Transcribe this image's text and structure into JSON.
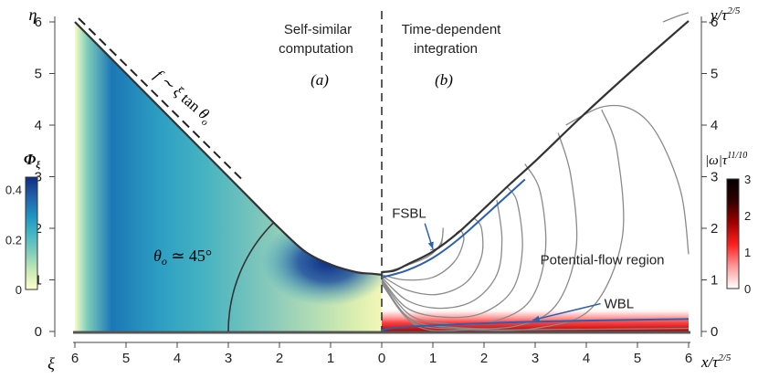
{
  "chart_data": [
    {
      "type": "heatmap",
      "panel": "(a)",
      "title": "Self-similar computation",
      "x_axis": {
        "label": "ξ",
        "ticks": [
          6,
          5,
          4,
          3,
          2,
          1,
          0
        ],
        "range": [
          6,
          0
        ],
        "reversed": true
      },
      "y_axis": {
        "label": "η",
        "ticks": [
          0,
          1,
          2,
          3,
          4,
          5,
          6
        ],
        "range": [
          0,
          6
        ]
      },
      "colorbar": {
        "label": "Φξ",
        "ticks": [
          "0",
          "0.2",
          "0.4"
        ],
        "range": [
          0,
          0.45
        ],
        "colormap": [
          "#ffffcc",
          "#c7e9b4",
          "#7fcdbb",
          "#41b6c4",
          "#1d91c0",
          "#225ea8",
          "#0c2c84"
        ]
      },
      "boundary_asymptote": {
        "label_parts": [
          "f",
          "∼",
          "ξ",
          "tan",
          "θ",
          "o"
        ],
        "line_style": "dashed"
      },
      "boundary": {
        "xi": [
          6,
          5,
          4,
          3,
          2.5,
          2,
          1.5,
          1,
          0.5,
          0.2,
          0
        ],
        "eta": [
          6,
          5,
          4,
          3,
          2.5,
          2,
          1.55,
          1.3,
          1.15,
          1.12,
          1.1
        ]
      },
      "annotation": {
        "parts": [
          "θ",
          "o",
          "≃ 45°"
        ],
        "arc_center_xi": 0,
        "arc_radius_xi": 3
      }
    },
    {
      "type": "line",
      "panel": "(b)",
      "title": "Time-dependent integration",
      "x_axis": {
        "label": "x/τ^{2/5}",
        "label_parts": [
          "x/τ",
          "2/5"
        ],
        "ticks": [
          0,
          1,
          2,
          3,
          4,
          5,
          6
        ],
        "range": [
          0,
          6
        ]
      },
      "y_axis": {
        "label": "y/τ^{2/5}",
        "label_parts": [
          "y/τ",
          "2/5"
        ],
        "ticks": [
          0,
          1,
          2,
          3,
          4,
          5,
          6
        ],
        "range": [
          0,
          6
        ],
        "side": "right"
      },
      "colorbar": {
        "label": "|ω|τ^{11/10}",
        "label_parts": [
          "|ω|τ",
          "11/10"
        ],
        "ticks": [
          "0",
          "1",
          "2",
          "3"
        ],
        "range": [
          0,
          3
        ],
        "colormap": [
          "#ffffff",
          "#ff9a9a",
          "#ff2020",
          "#a00000",
          "#300000",
          "#000000"
        ]
      },
      "free_surface": {
        "x": [
          0,
          0.25,
          0.5,
          1,
          1.5,
          2,
          2.5,
          3,
          4,
          5,
          6
        ],
        "y": [
          1.15,
          1.18,
          1.3,
          1.55,
          1.92,
          2.38,
          2.85,
          3.3,
          4.25,
          5.15,
          6.02
        ]
      },
      "annotations": [
        {
          "text": "FSBL",
          "x": 0.2,
          "y": 2.2,
          "arrow_to": [
            1.0,
            1.6
          ]
        },
        {
          "text": "Potential-flow region",
          "x": 3.1,
          "y": 1.3
        },
        {
          "text": "WBL",
          "x": 4.35,
          "y": 0.45,
          "arrow_to": [
            2.95,
            0.22
          ]
        }
      ],
      "streamlines": [
        {
          "x": [
            0,
            0.4,
            0.9,
            1.15,
            1.2,
            1.15,
            0.95
          ],
          "y": [
            1.13,
            1.25,
            1.45,
            1.7,
            2.0,
            1.65,
            1.58
          ]
        },
        {
          "x": [
            0,
            0.45,
            1.0,
            1.42,
            1.6,
            1.55,
            1.45
          ],
          "y": [
            1.1,
            1.0,
            1.05,
            1.35,
            1.75,
            1.95,
            1.9
          ]
        },
        {
          "x": [
            0,
            0.5,
            1.1,
            1.65,
            1.95,
            1.95,
            1.8
          ],
          "y": [
            1.08,
            0.8,
            0.72,
            0.95,
            1.45,
            2.0,
            2.2
          ]
        },
        {
          "x": [
            0,
            0.5,
            1.15,
            1.8,
            2.25,
            2.35,
            2.25
          ],
          "y": [
            1.05,
            0.6,
            0.45,
            0.6,
            1.1,
            1.8,
            2.55
          ]
        },
        {
          "x": [
            0,
            0.5,
            1.2,
            1.95,
            2.55,
            2.75,
            2.65,
            2.45
          ],
          "y": [
            1.02,
            0.45,
            0.28,
            0.35,
            0.8,
            1.6,
            2.5,
            2.8
          ]
        },
        {
          "x": [
            0,
            0.55,
            1.3,
            2.2,
            2.9,
            3.2,
            3.1,
            2.8
          ],
          "y": [
            1.0,
            0.32,
            0.15,
            0.2,
            0.6,
            1.55,
            2.7,
            3.25
          ]
        },
        {
          "x": [
            0,
            0.55,
            1.4,
            2.6,
            3.4,
            3.8,
            3.7,
            3.45
          ],
          "y": [
            0.98,
            0.25,
            0.08,
            0.1,
            0.5,
            1.6,
            3.0,
            3.85
          ]
        },
        {
          "x": [
            0,
            0.6,
            1.6,
            3.0,
            4.1,
            4.7,
            4.6,
            4.3
          ],
          "y": [
            0.95,
            0.18,
            0.05,
            0.06,
            0.45,
            1.8,
            3.5,
            4.3
          ]
        },
        {
          "x": [
            3.6,
            4.3,
            4.9,
            5.4,
            5.85,
            6.0
          ],
          "y": [
            4.0,
            4.35,
            4.3,
            3.8,
            2.7,
            1.5
          ]
        },
        {
          "x": [
            5.5,
            5.75,
            5.9,
            6.0
          ],
          "y": [
            6.0,
            6.1,
            6.15,
            6.18
          ]
        },
        {
          "x": [
            0,
            0.7,
            1.8,
            3.5,
            5.0,
            6.0
          ],
          "y": [
            0.92,
            0.1,
            0.03,
            0.04,
            0.05,
            0.06
          ]
        }
      ],
      "fsbl_line": {
        "x": [
          0,
          0.5,
          1,
          1.5,
          2,
          2.5,
          2.8
        ],
        "y": [
          1.1,
          1.24,
          1.48,
          1.84,
          2.28,
          2.73,
          3.0
        ]
      },
      "wbl_line": {
        "x": [
          0,
          0.1,
          0.5,
          1.5,
          3,
          4.5,
          6
        ],
        "y": [
          0.02,
          0.05,
          0.09,
          0.14,
          0.19,
          0.22,
          0.24
        ]
      }
    }
  ]
}
